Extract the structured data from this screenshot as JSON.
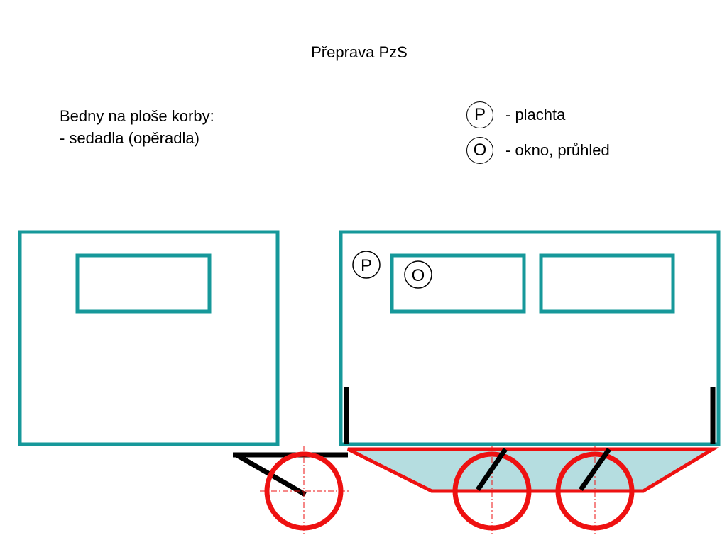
{
  "title": "Přeprava PzS",
  "note": {
    "heading": "Bedny na ploše korby:",
    "item": "- sedadla (opěradla)"
  },
  "legend": [
    {
      "symbol": "P",
      "text": "- plachta"
    },
    {
      "symbol": "O",
      "text": "- okno, průhled"
    }
  ],
  "markers": {
    "p": "P",
    "o": "O"
  },
  "colors": {
    "box": "#16989a",
    "wheel": "#ee1111",
    "frame": "#000000",
    "platform_fill": "#b5dde0"
  }
}
